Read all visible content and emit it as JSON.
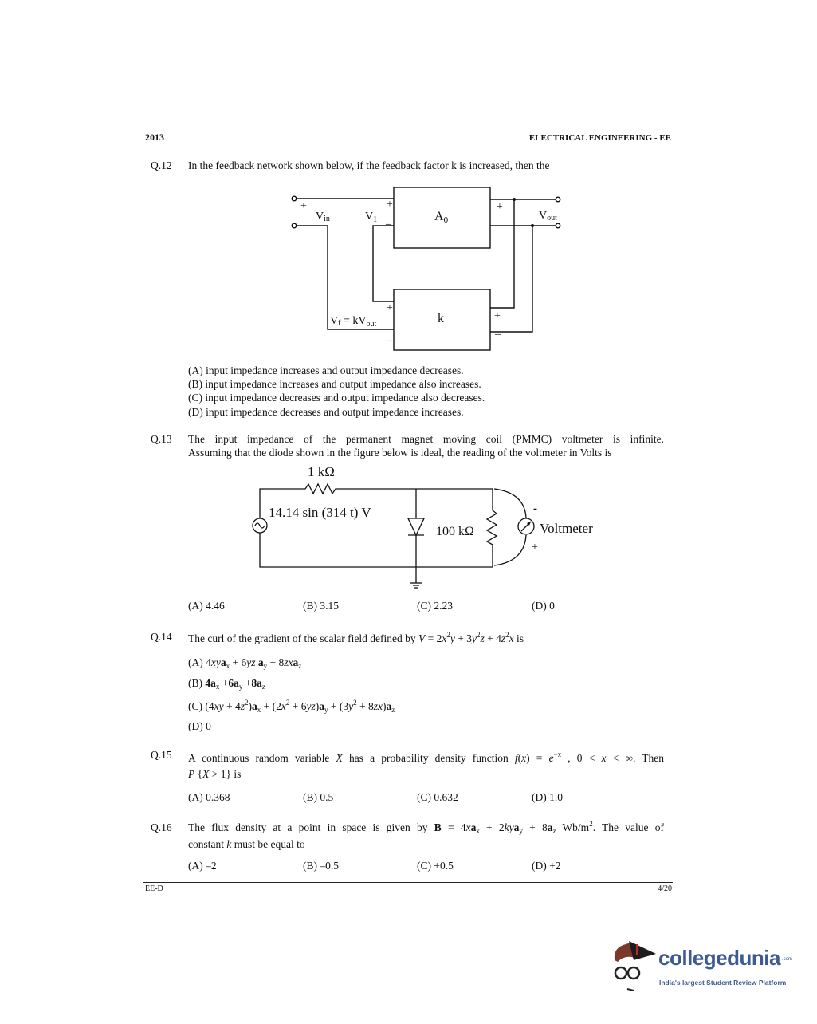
{
  "header": {
    "year": "2013",
    "subject": "ELECTRICAL ENGINEERING - EE"
  },
  "q12": {
    "number": "Q.12",
    "text": "In the feedback network shown below, if the feedback factor k is increased, then the",
    "figure": {
      "plus": "+",
      "minus": "−",
      "underscore": "_",
      "vin": "V",
      "vin_sub": "in",
      "v1": "V",
      "v1_sub": "1",
      "a0": "A",
      "a0_sub": "0",
      "vout": "V",
      "vout_sub": "out",
      "vf": "V",
      "vf_sub": "f",
      "vf_eq": " = kV",
      "vf_eq_sub": "out",
      "k": "k"
    },
    "options": [
      "(A) input impedance increases and output impedance decreases.",
      "(B) input impedance increases and output impedance also increases.",
      "(C) input impedance decreases and output impedance also decreases.",
      "(D) input impedance decreases and output impedance increases."
    ]
  },
  "q13": {
    "number": "Q.13",
    "line1": "The input impedance of the permanent magnet moving coil (PMMC) voltmeter is infinite.",
    "line2": "Assuming that the diode shown in the figure below is ideal, the reading of the voltmeter in Volts is",
    "figure": {
      "r1": "1 kΩ",
      "source": "14.14 sin (314 t) V",
      "r2": "100 kΩ",
      "meter": "Voltmeter",
      "meter_minus": "-",
      "meter_plus": "+"
    },
    "options": [
      "(A) 4.46",
      "(B) 3.15",
      "(C) 2.23",
      "(D) 0"
    ]
  },
  "q14": {
    "number": "Q.14",
    "text": [
      {
        "t": "The curl of the gradient of the scalar field defined by "
      },
      {
        "t": "V",
        "s": "i"
      },
      {
        "t": " = 2"
      },
      {
        "t": "x",
        "s": "i"
      },
      {
        "t": "2",
        "s": "sup"
      },
      {
        "t": "y",
        "s": "i"
      },
      {
        "t": " + 3"
      },
      {
        "t": "y",
        "s": "i"
      },
      {
        "t": "2",
        "s": "sup"
      },
      {
        "t": "z",
        "s": "i"
      },
      {
        "t": " + 4"
      },
      {
        "t": "z",
        "s": "i"
      },
      {
        "t": "2",
        "s": "sup"
      },
      {
        "t": "x",
        "s": "i"
      },
      {
        "t": "  is"
      }
    ],
    "options": [
      [
        {
          "t": "(A) 4"
        },
        {
          "t": "xy",
          "s": "i"
        },
        {
          "t": "a",
          "s": "b"
        },
        {
          "t": "x",
          "s": "sub"
        },
        {
          "t": " + 6"
        },
        {
          "t": "yz",
          "s": "i"
        },
        {
          "t": " a",
          "s": "b"
        },
        {
          "t": "y",
          "s": "sub"
        },
        {
          "t": " + 8"
        },
        {
          "t": "zx",
          "s": "i"
        },
        {
          "t": "a",
          "s": "b"
        },
        {
          "t": "z",
          "s": "sub"
        }
      ],
      [
        {
          "t": "(B) "
        },
        {
          "t": "4a",
          "s": "b"
        },
        {
          "t": "x",
          "s": "sub"
        },
        {
          "t": " +"
        },
        {
          "t": "6a",
          "s": "b"
        },
        {
          "t": "y",
          "s": "sub"
        },
        {
          "t": " +"
        },
        {
          "t": "8a",
          "s": "b"
        },
        {
          "t": "z",
          "s": "sub"
        }
      ],
      [
        {
          "t": "(C) (4"
        },
        {
          "t": "xy",
          "s": "i"
        },
        {
          "t": " + 4"
        },
        {
          "t": "z",
          "s": "i"
        },
        {
          "t": "2",
          "s": "sup"
        },
        {
          "t": ")"
        },
        {
          "t": "a",
          "s": "b"
        },
        {
          "t": "x",
          "s": "sub"
        },
        {
          "t": " + (2"
        },
        {
          "t": "x",
          "s": "i"
        },
        {
          "t": "2",
          "s": "sup"
        },
        {
          "t": " + 6"
        },
        {
          "t": "yz",
          "s": "i"
        },
        {
          "t": ")"
        },
        {
          "t": "a",
          "s": "b"
        },
        {
          "t": "y",
          "s": "sub"
        },
        {
          "t": " + (3"
        },
        {
          "t": "y",
          "s": "i"
        },
        {
          "t": "2",
          "s": "sup"
        },
        {
          "t": " + 8"
        },
        {
          "t": "zx",
          "s": "i"
        },
        {
          "t": ")"
        },
        {
          "t": "a",
          "s": "b"
        },
        {
          "t": "z",
          "s": "sub"
        }
      ],
      [
        {
          "t": "(D) 0"
        }
      ]
    ]
  },
  "q15": {
    "number": "Q.15",
    "line1": [
      {
        "t": "A continuous random variable "
      },
      {
        "t": "X",
        "s": "i"
      },
      {
        "t": " has a probability density function  "
      },
      {
        "t": "f",
        "s": "i"
      },
      {
        "t": "("
      },
      {
        "t": "x",
        "s": "i"
      },
      {
        "t": ") = "
      },
      {
        "t": "e",
        "s": "i"
      },
      {
        "t": "−x",
        "s": "sup"
      },
      {
        "t": " , 0 < "
      },
      {
        "t": "x",
        "s": "i"
      },
      {
        "t": " < ∞. Then"
      }
    ],
    "line2": [
      {
        "t": "P",
        "s": "i"
      },
      {
        "t": " {"
      },
      {
        "t": "X",
        "s": "i"
      },
      {
        "t": " > 1}  is"
      }
    ],
    "options": [
      "(A) 0.368",
      "(B) 0.5",
      "(C) 0.632",
      "(D) 1.0"
    ]
  },
  "q16": {
    "number": "Q.16",
    "line1": [
      {
        "t": "The flux density at a point in space is given by  "
      },
      {
        "t": "B",
        "s": "b"
      },
      {
        "t": " = 4"
      },
      {
        "t": "x",
        "s": "i"
      },
      {
        "t": "a",
        "s": "b"
      },
      {
        "t": "x",
        "s": "sub"
      },
      {
        "t": " + 2"
      },
      {
        "t": "ky",
        "s": "i"
      },
      {
        "t": "a",
        "s": "b"
      },
      {
        "t": "y",
        "s": "sub"
      },
      {
        "t": " + 8"
      },
      {
        "t": "a",
        "s": "b"
      },
      {
        "t": "z",
        "s": "sub"
      },
      {
        "t": " Wb/m"
      },
      {
        "t": "2",
        "s": "sup"
      },
      {
        "t": ".  The value of"
      }
    ],
    "line2": [
      {
        "t": "constant "
      },
      {
        "t": "k",
        "s": "i"
      },
      {
        "t": " must be equal to"
      }
    ],
    "options": [
      "(A)  –2",
      "(B)  –0.5",
      "(C)  +0.5",
      "(D)  +2"
    ]
  },
  "footer": {
    "code": "EE-D",
    "page": "4/20"
  },
  "logo": {
    "name": "collegedunia",
    "dotcom": ".com",
    "tagline": "India's largest Student Review Platform",
    "color": "#3d5a92"
  }
}
